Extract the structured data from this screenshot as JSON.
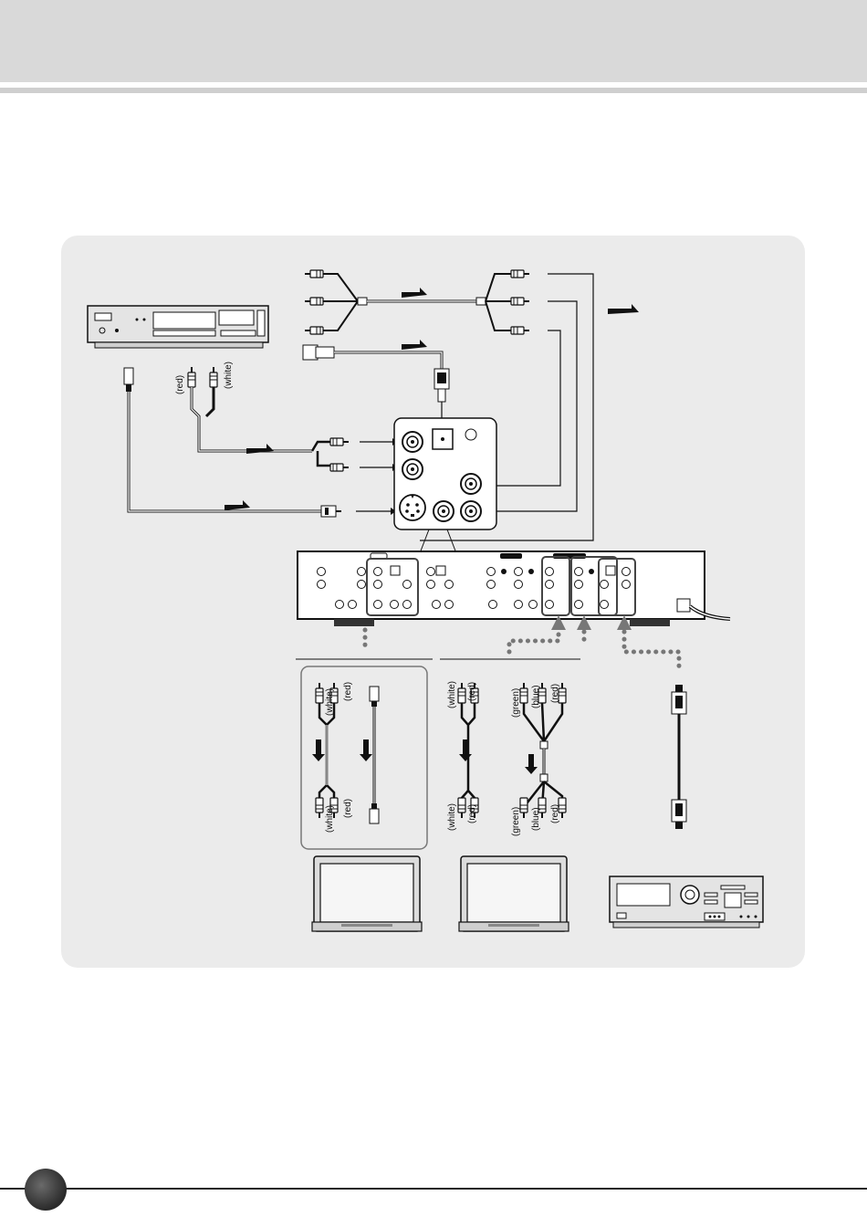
{
  "labels": {
    "red": "(red)",
    "white": "(white)",
    "green": "(green)",
    "blue": "(blue)"
  },
  "colors": {
    "panel": "#ebebeb",
    "header": "#d9d9d9",
    "ink": "#111111",
    "dots": "#777777"
  }
}
